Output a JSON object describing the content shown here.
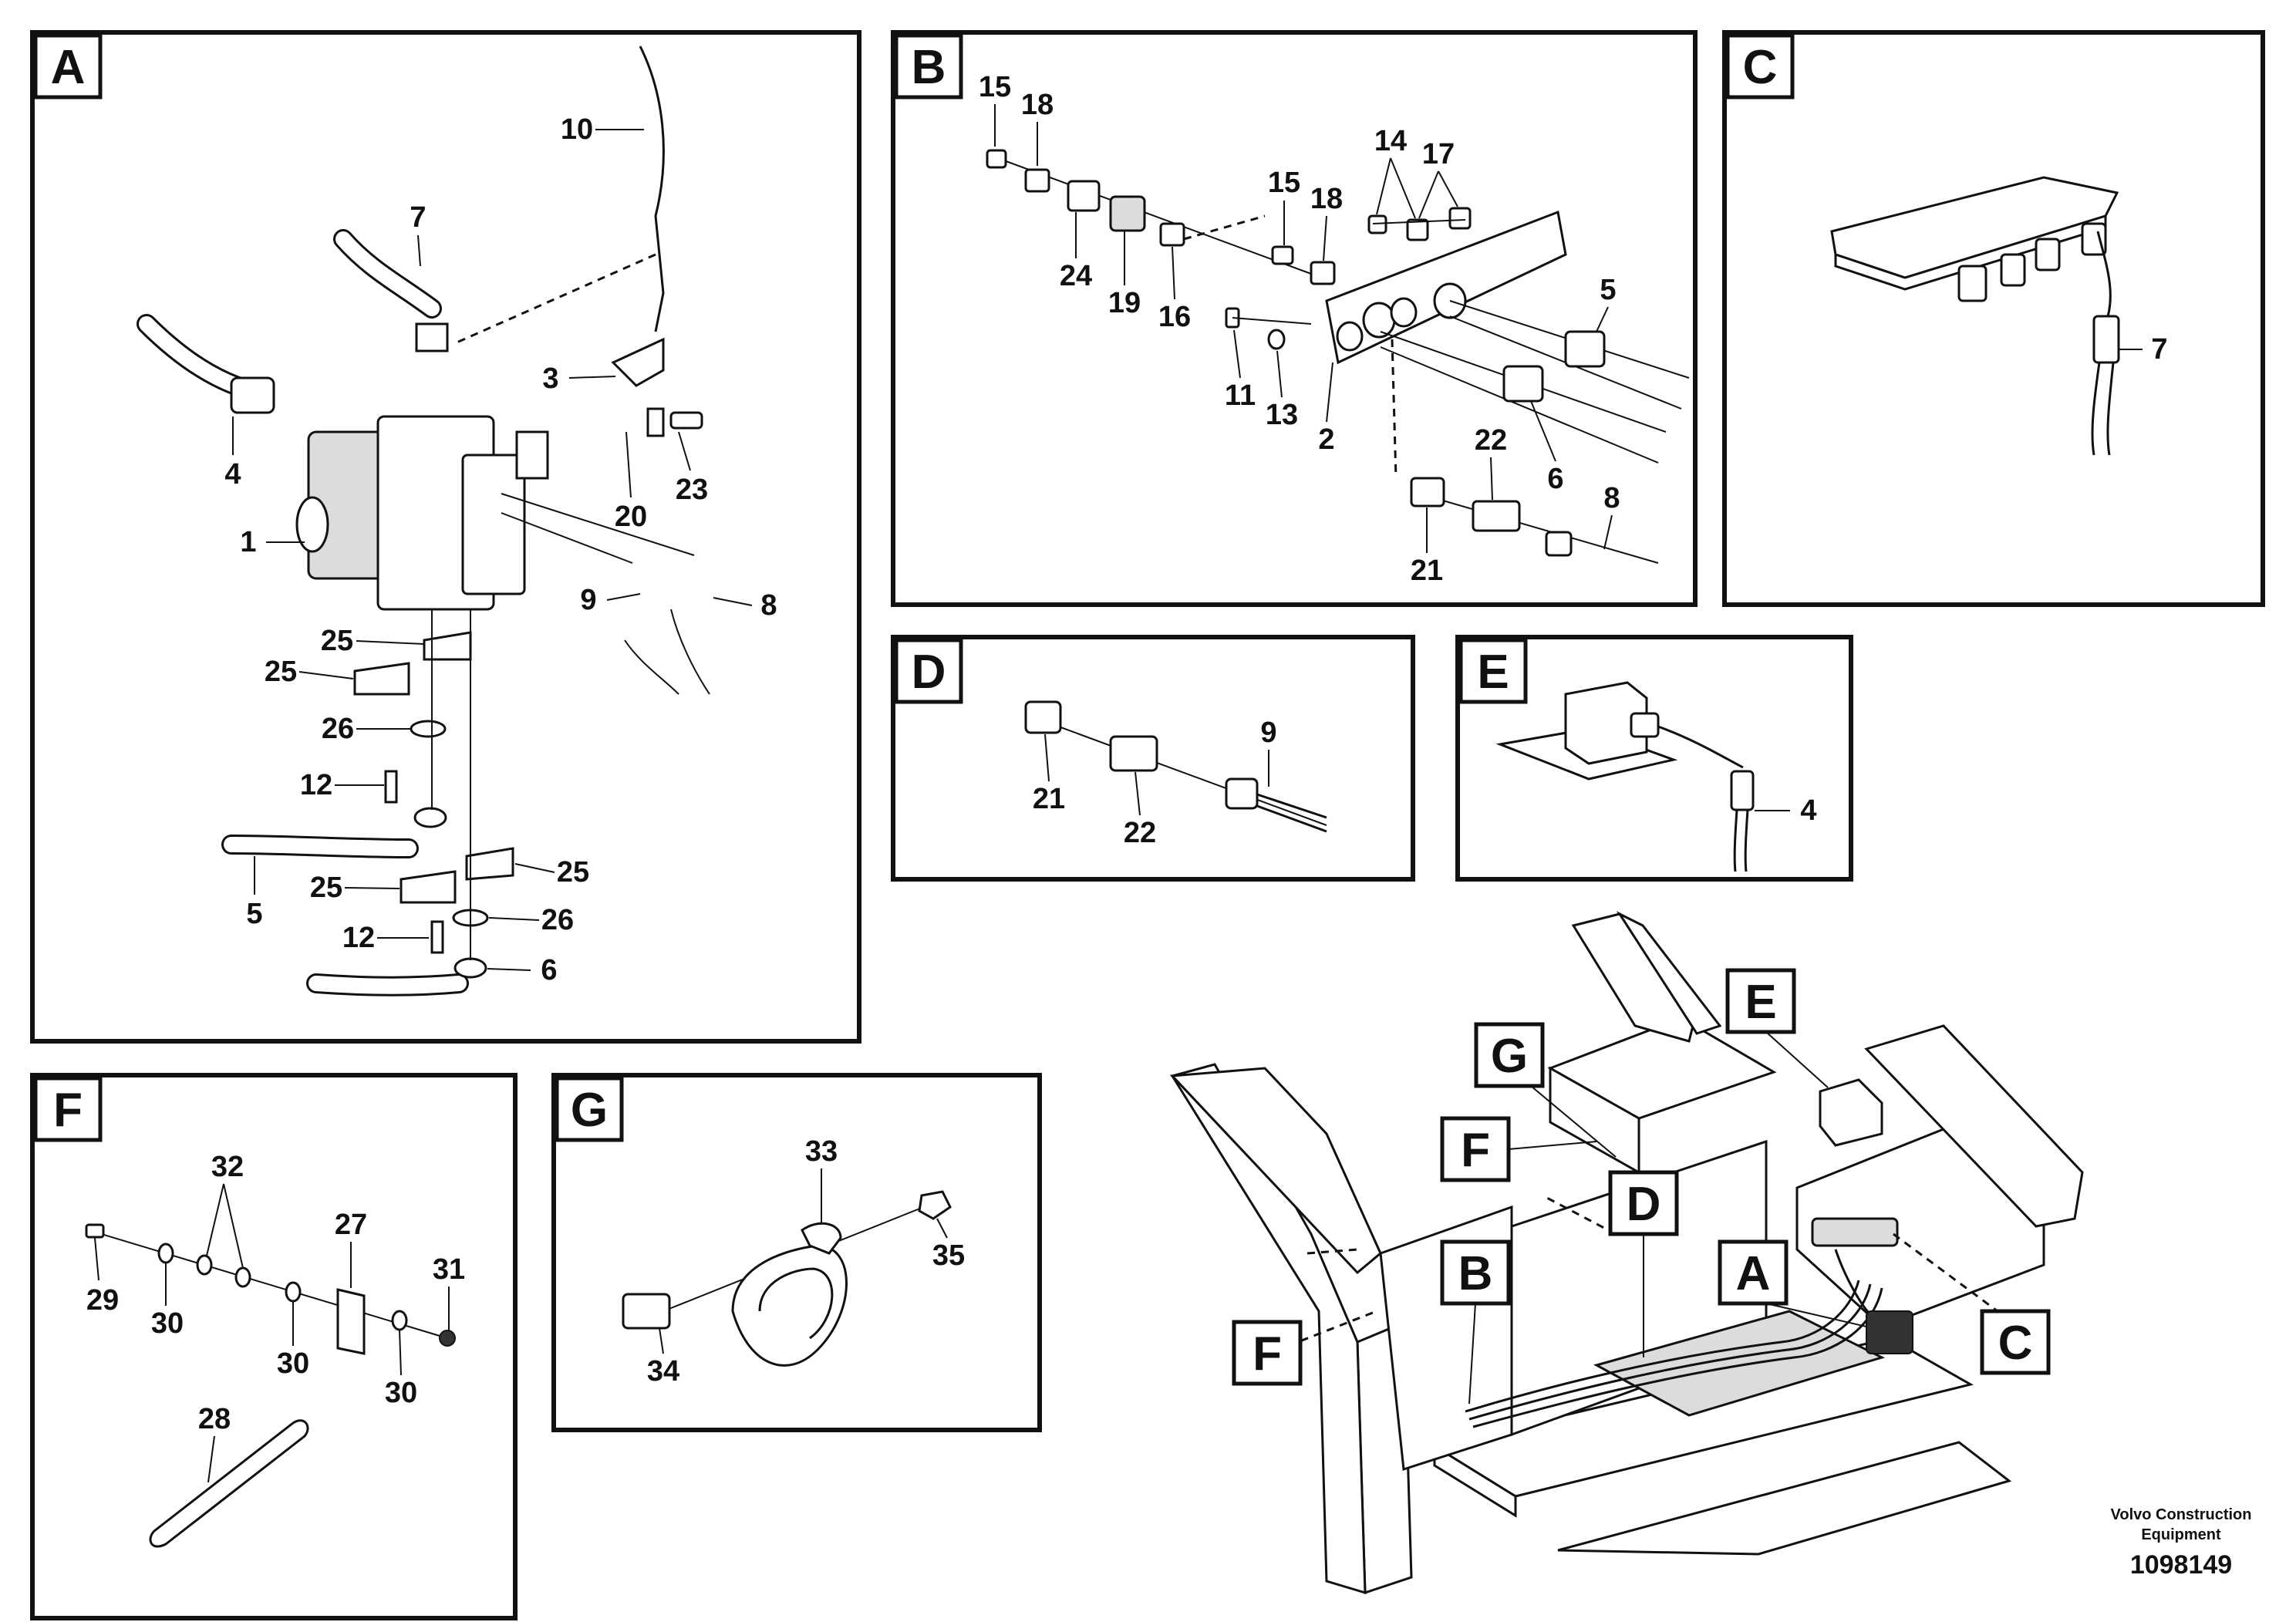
{
  "panels": {
    "A": {
      "label": "A",
      "callouts": [
        "10",
        "7",
        "3",
        "23",
        "20",
        "4",
        "1",
        "9",
        "8",
        "25",
        "25",
        "26",
        "12",
        "5",
        "25",
        "25",
        "12",
        "26",
        "6"
      ]
    },
    "B": {
      "label": "B",
      "callouts": [
        "15",
        "18",
        "24",
        "19",
        "16",
        "15",
        "18",
        "14",
        "17",
        "11",
        "13",
        "2",
        "5",
        "6",
        "22",
        "8",
        "21"
      ]
    },
    "C": {
      "label": "C",
      "callouts": [
        "7"
      ]
    },
    "D": {
      "label": "D",
      "callouts": [
        "21",
        "22",
        "9"
      ]
    },
    "E": {
      "label": "E",
      "callouts": [
        "4"
      ]
    },
    "F": {
      "label": "F",
      "callouts": [
        "32",
        "27",
        "29",
        "30",
        "30",
        "31",
        "30",
        "28"
      ]
    },
    "G": {
      "label": "G",
      "callouts": [
        "33",
        "35",
        "34"
      ]
    }
  },
  "overview": {
    "location_tags": [
      "E",
      "G",
      "F",
      "D",
      "B",
      "A",
      "F",
      "C"
    ]
  },
  "footer": {
    "company": "Volvo Construction Equipment",
    "company_line1": "Volvo Construction",
    "company_line2": "Equipment",
    "drawing_number": "1098149"
  }
}
